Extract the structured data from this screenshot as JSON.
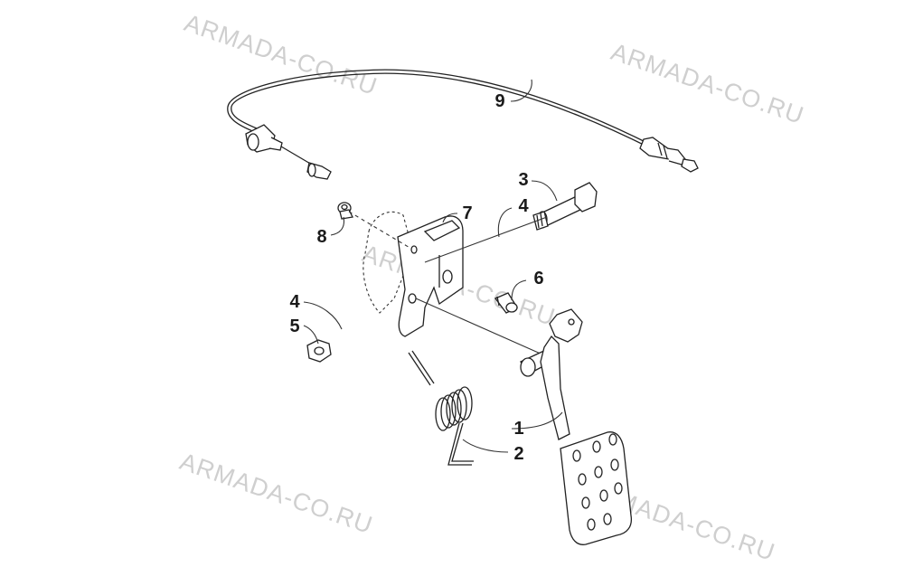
{
  "watermark": {
    "text": "ARMADA-CO.RU"
  },
  "callouts": [
    {
      "id": "1",
      "label": "1"
    },
    {
      "id": "2",
      "label": "2"
    },
    {
      "id": "3",
      "label": "3"
    },
    {
      "id": "4a",
      "label": "4"
    },
    {
      "id": "4b",
      "label": "4"
    },
    {
      "id": "5",
      "label": "5"
    },
    {
      "id": "6",
      "label": "6"
    },
    {
      "id": "7",
      "label": "7"
    },
    {
      "id": "8",
      "label": "8"
    },
    {
      "id": "9",
      "label": "9"
    }
  ],
  "colors": {
    "line": "#222222",
    "watermark": "#cfcfcf",
    "background": "#ffffff"
  }
}
